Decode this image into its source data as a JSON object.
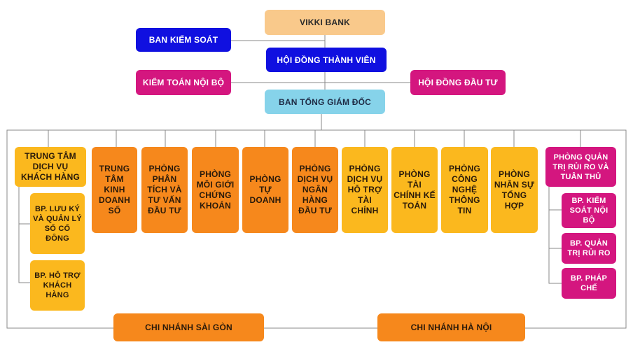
{
  "top": {
    "bank": "VIKKI BANK",
    "supervisory_board": "BAN KIỂM SOÁT",
    "members_council": "HỘI ĐỒNG THÀNH VIÊN",
    "internal_audit": "KIỂM TOÁN NỘI BỘ",
    "investment_council": "HỘI ĐỒNG ĐẦU TƯ",
    "board_of_directors": "BAN TỔNG GIÁM ĐỐC"
  },
  "customer_center": {
    "title": "TRUNG TÂM DỊCH VỤ KHÁCH HÀNG",
    "subs": [
      "BP. LƯU KÝ VÀ QUẢN LÝ SỔ CỔ ĐÔNG",
      "BP. HỖ TRỢ KHÁCH HÀNG"
    ]
  },
  "departments": [
    "TRUNG TÂM KINH DOANH SỐ",
    "PHÒNG PHÂN TÍCH VÀ TƯ VẤN ĐẦU TƯ",
    "PHÒNG MÔI GIỚI CHỨNG KHOÁN",
    "PHÒNG TỰ DOANH",
    "PHÒNG DỊCH VỤ NGÂN HÀNG ĐẦU TƯ",
    "PHÒNG DỊCH VỤ HỖ TRỢ TÀI CHÍNH",
    "PHÒNG TÀI CHÍNH KẾ TOÁN",
    "PHÒNG CÔNG NGHỆ THÔNG TIN",
    "PHÒNG NHÂN SỰ TỔNG HỢP"
  ],
  "risk_dept": {
    "title": "PHÒNG QUẢN TRỊ RỦI RO VÀ TUÂN THỦ",
    "subs": [
      "BP. KIỂM SOÁT NỘI BỘ",
      "BP. QUẢN TRỊ RỦI RO",
      "BP. PHÁP CHẾ"
    ]
  },
  "branches": [
    "CHI NHÁNH SÀI GÒN",
    "CHI NHÁNH HÀ NỘI"
  ],
  "colors": {
    "peach": "#f9c98b",
    "blue": "#1010e0",
    "magenta": "#d4167f",
    "cyan": "#86d3ea",
    "orange": "#f6881c",
    "yellow": "#fbb81e",
    "line": "#8a8a8a"
  }
}
